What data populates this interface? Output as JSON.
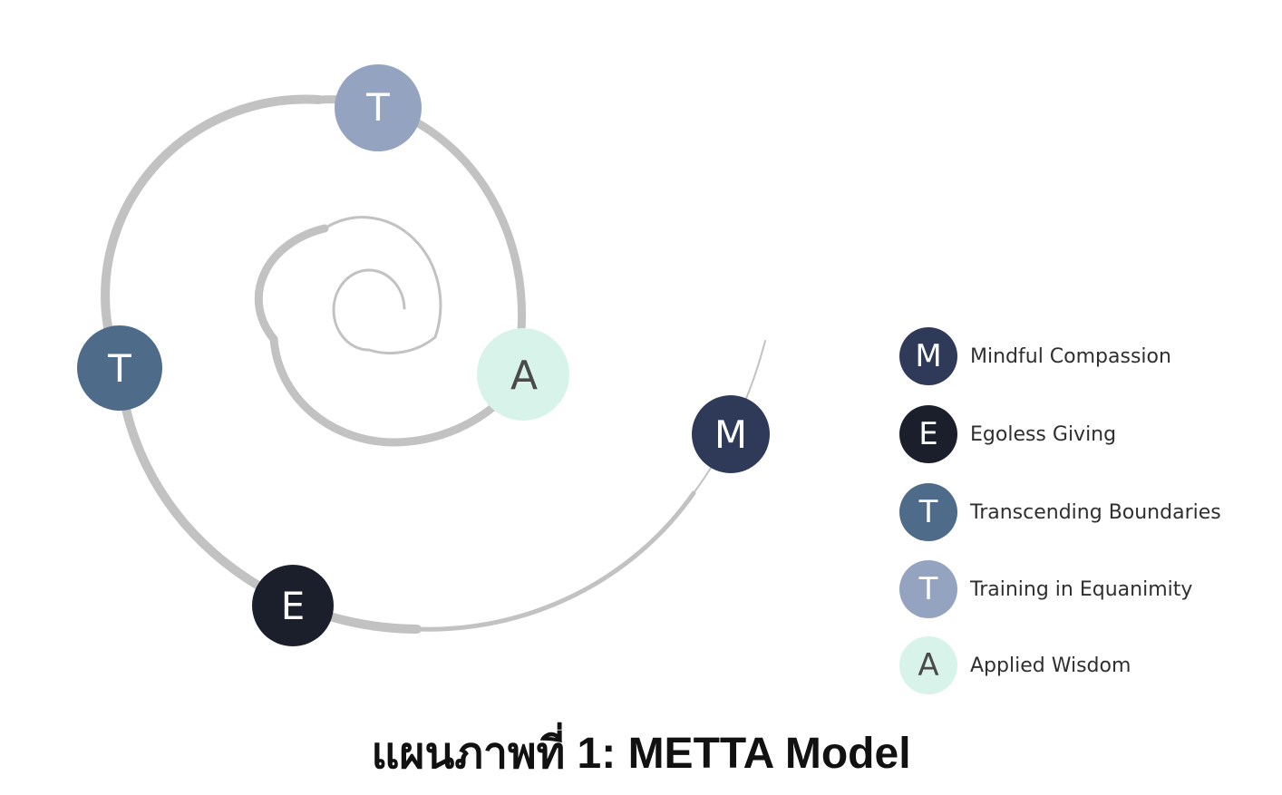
{
  "diagram": {
    "nodes": [
      {
        "letter": "T",
        "name": "Training in Equanimity",
        "color": "#94a3c0",
        "text_color": "#ffffff"
      },
      {
        "letter": "T",
        "name": "Transcending Boundaries",
        "color": "#4f6b8a",
        "text_color": "#ffffff"
      },
      {
        "letter": "E",
        "name": "Egoless Giving",
        "color": "#1b1f2b",
        "text_color": "#ffffff"
      },
      {
        "letter": "M",
        "name": "Mindful Compassion",
        "color": "#2e3a57",
        "text_color": "#ffffff"
      },
      {
        "letter": "A",
        "name": "Applied Wisdom",
        "color": "#d8f4ea",
        "text_color": "#4a4a4a"
      }
    ],
    "spiral_color": "#c2c2c2"
  },
  "legend": [
    {
      "letter": "M",
      "label": "Mindful Compassion",
      "color": "#2e3a57",
      "text_color": "#ffffff"
    },
    {
      "letter": "E",
      "label": "Egoless Giving",
      "color": "#1b1f2b",
      "text_color": "#ffffff"
    },
    {
      "letter": "T",
      "label": "Transcending Boundaries",
      "color": "#4f6b8a",
      "text_color": "#ffffff"
    },
    {
      "letter": "T",
      "label": "Training in Equanimity",
      "color": "#94a3c0",
      "text_color": "#ffffff"
    },
    {
      "letter": "A",
      "label": "Applied Wisdom",
      "color": "#d8f4ea",
      "text_color": "#4a4a4a"
    }
  ],
  "caption": "แผนภาพที่ 1: METTA Model"
}
